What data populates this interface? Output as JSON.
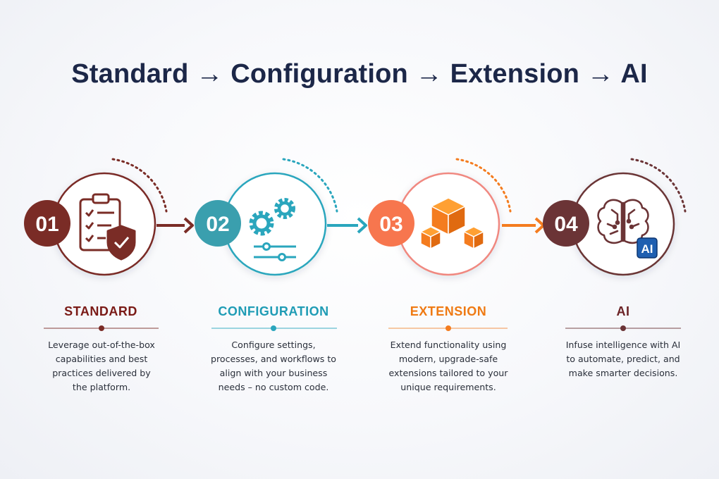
{
  "title": "Standard → Configuration → Extension → AI",
  "colors": {
    "standard": "#7a2c26",
    "configuration": "#2aa6bd",
    "extension": "#f47c1f",
    "ai": "#6b3436",
    "text": "#1c2748"
  },
  "steps": [
    {
      "number": "01",
      "label": "STANDARD",
      "icon": "clipboard-shield-icon",
      "description": [
        "Leverage out-of-the-box",
        "capabilities and best",
        "practices delivered by",
        "the platform."
      ]
    },
    {
      "number": "02",
      "label": "CONFIGURATION",
      "icon": "gears-sliders-icon",
      "description": [
        "Configure settings,",
        "processes, and workflows to",
        "align with your business",
        "needs – no custom code."
      ]
    },
    {
      "number": "03",
      "label": "EXTENSION",
      "icon": "cubes-icon",
      "description": [
        "Extend functionality using",
        "modern, upgrade-safe",
        "extensions tailored to your",
        "unique requirements."
      ]
    },
    {
      "number": "04",
      "label": "AI",
      "icon": "brain-ai-icon",
      "badge": "AI",
      "description": [
        "Infuse intelligence with AI",
        "to automate, predict, and",
        "make smarter decisions."
      ]
    }
  ]
}
